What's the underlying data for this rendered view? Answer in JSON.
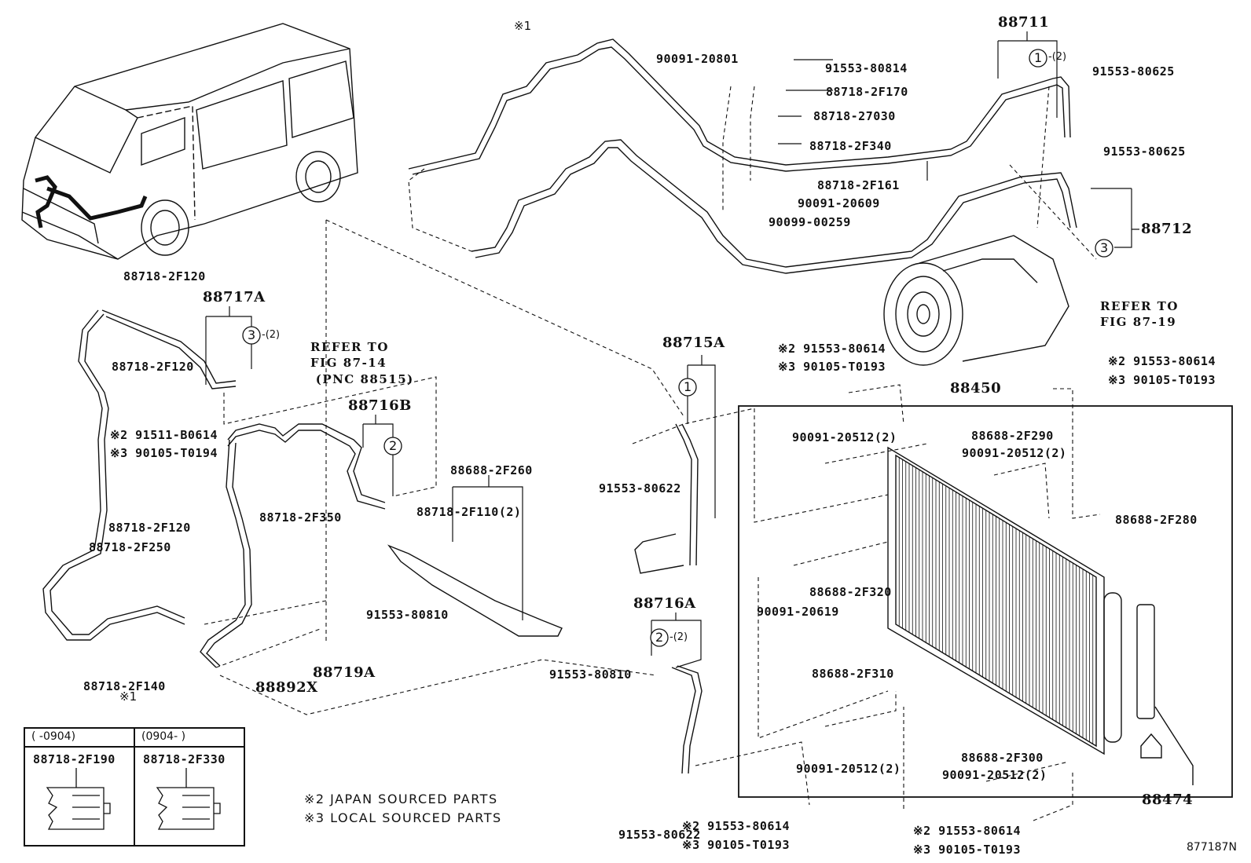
{
  "figure_id": "877187N",
  "legend": {
    "mark_2": "※2 JAPAN SOURCED PARTS",
    "mark_3": "※3 LOCAL SOURCED PARTS"
  },
  "references": {
    "fig_87_14": "REFER TO\nFIG 87-14\n (PNC 88515)",
    "fig_87_19": "REFER TO\nFIG 87-19"
  },
  "assemblies": {
    "a88711": "88711",
    "a88712": "88712",
    "a88717A": "88717A",
    "a88716B": "88716B",
    "a88715A": "88715A",
    "a88716A": "88716A",
    "a88450": "88450",
    "a88474": "88474",
    "a88892X": "88892X",
    "a88719A": "88719A"
  },
  "callouts": {
    "c1_top": "1",
    "c1_top_qty": "-(2)",
    "c3_top": "3",
    "c3_left": "3",
    "c3_left_qty": "-(2)",
    "c2_left": "2",
    "c1_mid": "1",
    "c2_mid": "2",
    "c2_mid_qty": "-(2)",
    "star1_top": "※1",
    "star1_table": "※1"
  },
  "parts": {
    "p90091_20801": "90091-20801",
    "p91553_80814": "91553-80814",
    "p88718_2F170": "88718-2F170",
    "p88718_27030": "88718-27030",
    "p88718_2F340": "88718-2F340",
    "p88718_2F161": "88718-2F161",
    "p90091_20609": "90091-20609",
    "p90099_00259": "90099-00259",
    "p91553_80625_a": "91553-80625",
    "p91553_80625_b": "91553-80625",
    "p88718_2F120_a": "88718-2F120",
    "p88718_2F120_b": "88718-2F120",
    "p88718_2F120_c": "88718-2F120",
    "p88718_2F250": "88718-2F250",
    "p88718_2F140": "88718-2F140",
    "p91511_B0614": "※2 91511-B0614",
    "p90105_T0194": "※3 90105-T0194",
    "p88718_2F350": "88718-2F350",
    "p88688_2F260": "88688-2F260",
    "p88718_2F110": "88718-2F110(2)",
    "p91553_80810_a": "91553-80810",
    "p91553_80810_b": "91553-80810",
    "p91553_80622_a": "91553-80622",
    "p91553_80622_b": "91553-80622",
    "p91553_80614_a": "※2 91553-80614",
    "p90105_T0193_a": "※3 90105-T0193",
    "p91553_80614_b": "※2 91553-80614",
    "p90105_T0193_b": "※3 90105-T0193",
    "p91553_80614_c": "※2 91553-80614",
    "p90105_T0193_c": "※3 90105-T0193",
    "p91553_80614_d": "※2 91553-80614",
    "p90105_T0193_d": "※3 90105-T0193",
    "p90091_20512_a": "90091-20512(2)",
    "p90091_20512_b": "90091-20512(2)",
    "p90091_20512_c": "90091-20512(2)",
    "p90091_20512_d": "90091-20512(2)",
    "p88688_2F290": "88688-2F290",
    "p88688_2F280": "88688-2F280",
    "p88688_2F320": "88688-2F320",
    "p90091_20619": "90091-20619",
    "p88688_2F310": "88688-2F310",
    "p88688_2F300": "88688-2F300"
  },
  "variant_table": {
    "col1_range": "(      -0904)",
    "col2_range": "(0904-      )",
    "col1_part": "88718-2F190",
    "col2_part": "88718-2F330"
  }
}
